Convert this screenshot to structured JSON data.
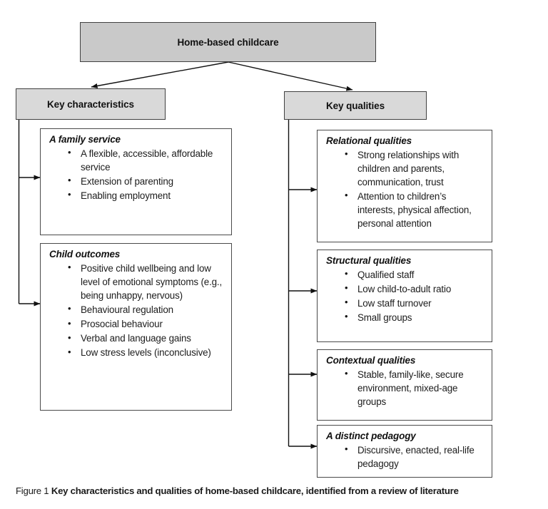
{
  "figure": {
    "caption_label": "Figure 1",
    "caption_text": "Key characteristics and qualities of home-based childcare, identified from a review of literature"
  },
  "colors": {
    "root_fill": "#c9c9c9",
    "branch_fill": "#d9d9d9",
    "box_border": "#404040",
    "card_border": "#4a4a4a",
    "text": "#1a1a1a",
    "background": "#ffffff"
  },
  "root": {
    "label": "Home-based childcare"
  },
  "branches": [
    {
      "id": "key-characteristics",
      "label": "Key characteristics",
      "cards": [
        {
          "id": "a-family-service",
          "title": "A family service",
          "items": [
            "A flexible, accessible, affordable service",
            "Extension of parenting",
            "Enabling employment"
          ]
        },
        {
          "id": "child-outcomes",
          "title": "Child outcomes",
          "items": [
            "Positive child wellbeing and low level of emotional symptoms (e.g., being unhappy, nervous)",
            "Behavioural regulation",
            "Prosocial behaviour",
            "Verbal and language gains",
            "Low stress levels (inconclusive)"
          ]
        }
      ]
    },
    {
      "id": "key-qualities",
      "label": "Key qualities",
      "cards": [
        {
          "id": "relational-qualities",
          "title": "Relational qualities",
          "items": [
            "Strong relationships with children and parents, communication, trust",
            "Attention to children’s interests, physical affection, personal attention"
          ]
        },
        {
          "id": "structural-qualities",
          "title": "Structural qualities",
          "items": [
            "Qualified staff",
            "Low child-to-adult ratio",
            "Low staff turnover",
            "Small groups"
          ]
        },
        {
          "id": "contextual-qualities",
          "title": "Contextual qualities",
          "items": [
            "Stable, family-like, secure environment, mixed-age groups"
          ]
        },
        {
          "id": "a-distinct-pedagogy",
          "title": "A distinct pedagogy",
          "items": [
            "Discursive, enacted, real-life pedagogy"
          ]
        }
      ]
    }
  ]
}
